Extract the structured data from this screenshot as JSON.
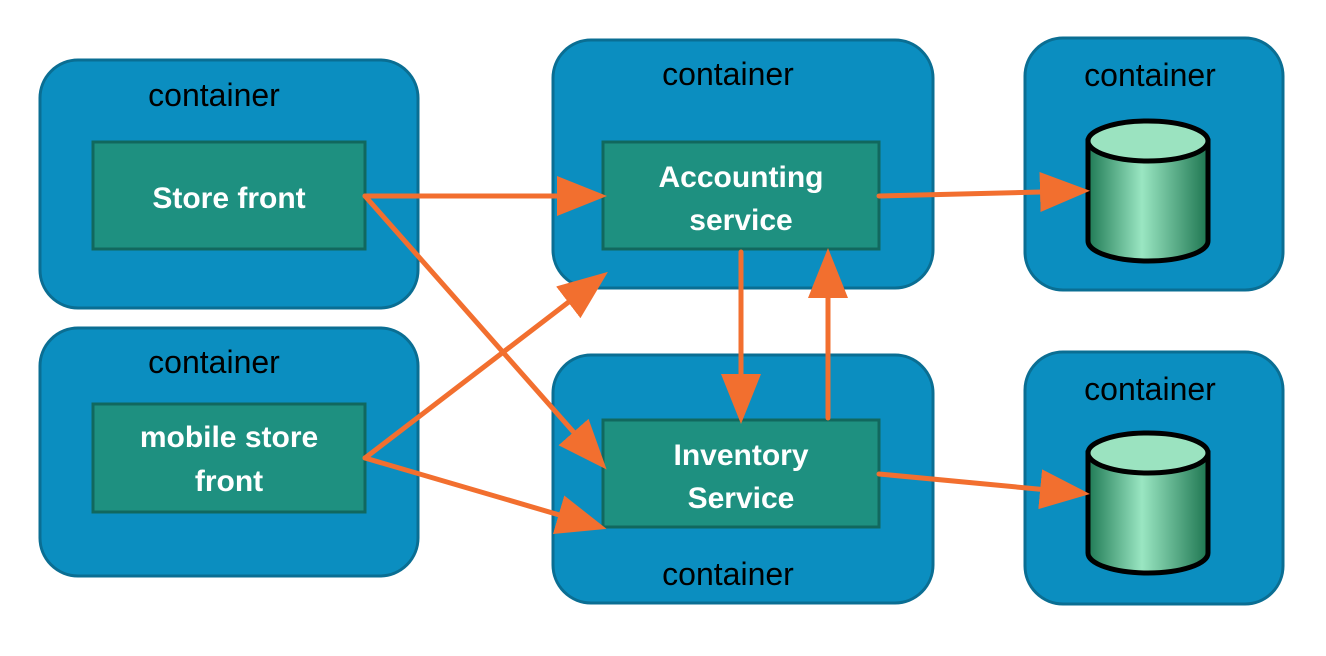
{
  "colors": {
    "container_fill": "#0B8EC0",
    "service_fill": "#1E9080",
    "arrow": "#F26F2F",
    "database_fill": "#5FC79A"
  },
  "containers": {
    "store_front": {
      "label": "container"
    },
    "mobile_store_front": {
      "label": "container"
    },
    "accounting": {
      "label": "container"
    },
    "inventory": {
      "label": "container"
    },
    "db_accounting": {
      "label": "container"
    },
    "db_inventory": {
      "label": "container"
    }
  },
  "services": {
    "store_front": {
      "lines": [
        "Store front"
      ]
    },
    "mobile_store_front": {
      "lines": [
        "mobile store",
        "front"
      ]
    },
    "accounting": {
      "lines": [
        "Accounting",
        "service"
      ]
    },
    "inventory": {
      "lines": [
        "Inventory",
        "Service"
      ]
    }
  },
  "databases": [
    {
      "icon": "database-cylinder-icon",
      "container": "db_accounting"
    },
    {
      "icon": "database-cylinder-icon",
      "container": "db_inventory"
    }
  ],
  "connections": [
    {
      "from": "Store front",
      "to": "Accounting service"
    },
    {
      "from": "Store front",
      "to": "Inventory Service"
    },
    {
      "from": "mobile store front",
      "to": "Accounting service"
    },
    {
      "from": "mobile store front",
      "to": "Inventory Service"
    },
    {
      "from": "Accounting service",
      "to": "Inventory Service"
    },
    {
      "from": "Inventory Service",
      "to": "Accounting service"
    },
    {
      "from": "Accounting service",
      "to": "database (top)"
    },
    {
      "from": "Inventory Service",
      "to": "database (bottom)"
    }
  ]
}
